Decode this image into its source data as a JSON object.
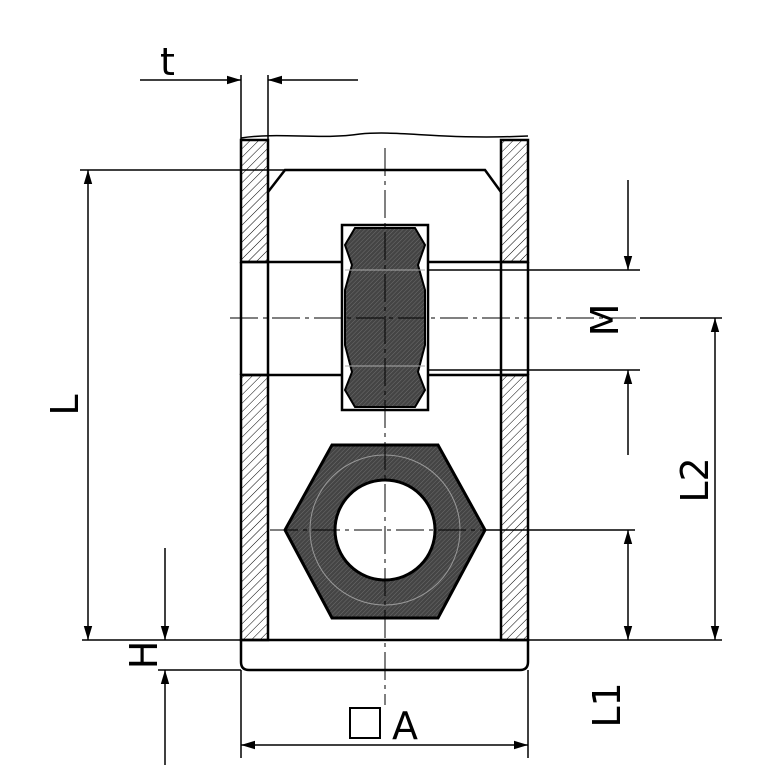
{
  "labels": {
    "t": "t",
    "L": "L",
    "M": "M",
    "L2": "L2",
    "H": "H",
    "L1": "L1",
    "A": "A"
  },
  "colors": {
    "line": "#000000",
    "fill": "#3a3a3a",
    "background": "#ffffff"
  }
}
